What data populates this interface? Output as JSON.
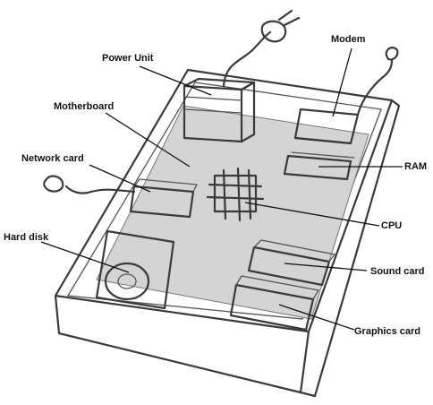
{
  "labels": {
    "power_unit": "Power Unit",
    "modem": "Modem",
    "motherboard": "Motherboard",
    "network_card": "Network card",
    "ram": "RAM",
    "cpu": "CPU",
    "hard_disk": "Hard disk",
    "sound_card": "Sound card",
    "graphics_card": "Graphics card"
  },
  "colors": {
    "board_fill": "#d4d4d4",
    "ink": "#2b2b2b",
    "background": "#ffffff"
  }
}
